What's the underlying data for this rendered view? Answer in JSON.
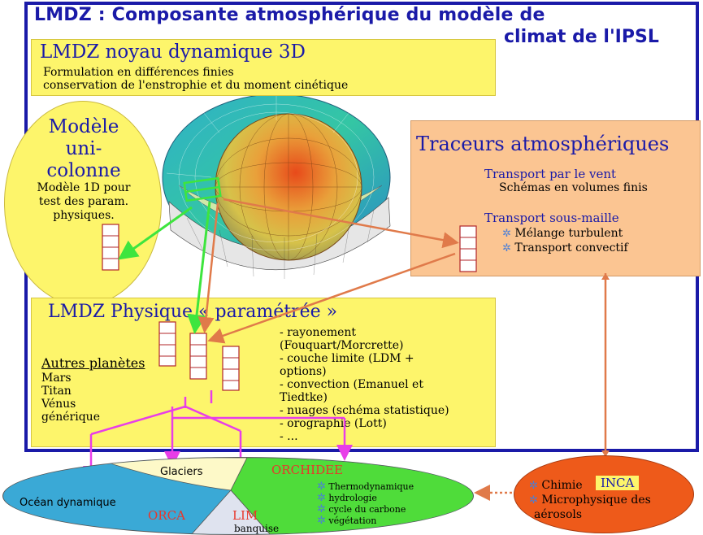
{
  "title": {
    "line1": "LMDZ : Composante atmosphérique du modèle de",
    "line2": "climat de l'IPSL"
  },
  "noyau": {
    "title": "LMDZ noyau dynamique 3D",
    "line1": "Formulation en différences finies",
    "line2": "conservation de l'enstrophie et du moment cinétique"
  },
  "uni_colonne": {
    "title_lines": [
      "Modèle",
      "uni-",
      "colonne"
    ],
    "desc_lines": [
      "Modèle 1D pour",
      "test des param.",
      "physiques."
    ]
  },
  "traceurs": {
    "title": "Traceurs atmosphériques",
    "sub1": "Transport par le vent",
    "sub1_line": "Schémas en volumes finis",
    "sub2": "Transport sous-maille",
    "items": [
      "Mélange turbulent",
      "Transport convectif"
    ]
  },
  "physique": {
    "title": "LMDZ Physique « paramétrée »",
    "autres_title": "Autres planètes",
    "planets": [
      "Mars",
      "Titan",
      "Vénus",
      "générique"
    ],
    "params": [
      "- rayonement",
      "(Fouquart/Morcrette)",
      "- couche limite (LDM +",
      "options)",
      "- convection (Emanuel et",
      "Tiedtke)",
      "- nuages (schéma statistique)",
      "- orographie (Lott)",
      "- ..."
    ]
  },
  "surfaces": {
    "glaciers": "Glaciers",
    "ocean": "Océan dynamique",
    "orca": "ORCA",
    "lim": "LIM",
    "banquise": "banquise",
    "orchidee": "ORCHIDEE",
    "orchidee_items": [
      "Thermodynamique",
      "hydrologie",
      "cycle du carbone",
      "végétation"
    ]
  },
  "chimie": {
    "inca": "INCA",
    "items": [
      "Chimie",
      "Microphysique des",
      "aérosols"
    ]
  },
  "colors": {
    "frame": "#1a1aa8",
    "yellow_box": "#fdf56b",
    "orange_box": "#fbc592",
    "arrow_green": "#3ee53e",
    "arrow_orange": "#e07a4a",
    "arrow_magenta": "#e83ee8",
    "label_red": "#e8372b"
  }
}
